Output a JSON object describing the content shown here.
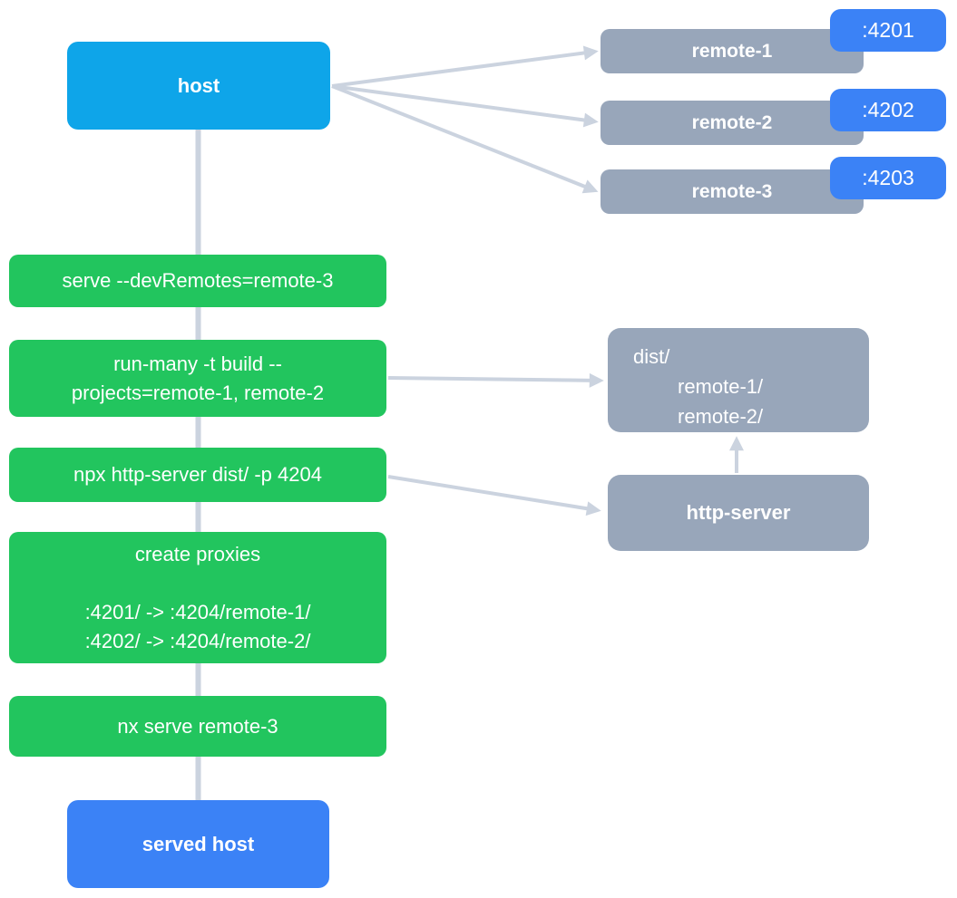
{
  "colors": {
    "host_blue": "#0ea5e9",
    "step_green": "#22c55e",
    "remote_gray": "#98a6ba",
    "port_blue": "#3b82f6",
    "connector_gray": "#cbd3df",
    "text_white": "#ffffff",
    "background": "#ffffff"
  },
  "nodes": {
    "host": "host",
    "served_host": "served host",
    "http_server": "http-server",
    "dist": {
      "lines": [
        "dist/",
        "remote-1/",
        "remote-2/"
      ]
    }
  },
  "remotes": [
    {
      "name": "remote-1",
      "port": ":4201"
    },
    {
      "name": "remote-2",
      "port": ":4202"
    },
    {
      "name": "remote-3",
      "port": ":4203"
    }
  ],
  "steps": [
    {
      "lines": [
        "serve --devRemotes=remote-3"
      ]
    },
    {
      "lines": [
        "run-many -t build --",
        "projects=remote-1, remote-2"
      ]
    },
    {
      "lines": [
        "npx http-server dist/ -p 4204"
      ]
    },
    {
      "lines": [
        "create proxies",
        "",
        ":4201/ -> :4204/remote-1/",
        ":4202/ -> :4204/remote-2/"
      ]
    },
    {
      "lines": [
        "nx serve remote-3"
      ]
    }
  ]
}
